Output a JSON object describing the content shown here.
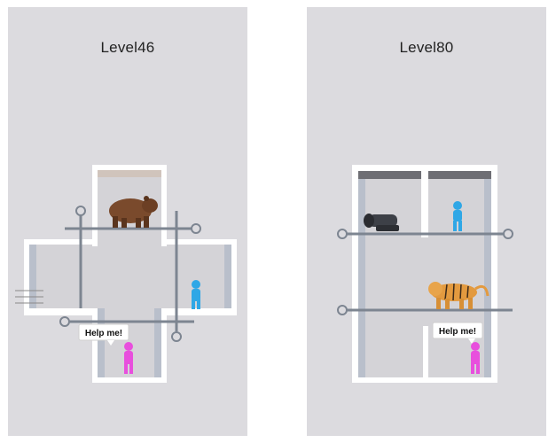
{
  "levels": [
    {
      "title": "Level46",
      "speech": "Help me!"
    },
    {
      "title": "Level80",
      "speech": "Help me!"
    }
  ],
  "colors": {
    "panel_background": "#dcdbdf",
    "wall": "#ffffff",
    "wall_shade": "#b9bfcb",
    "pin": "#7d8591",
    "stickman_blue": "#2fa7e6",
    "stickman_pink": "#e84fdd",
    "bear": "#7a4a2c",
    "tiger": "#e39a3f",
    "cannon": "#3d4047"
  },
  "icons": [
    "bear-icon",
    "tiger-icon",
    "cannon-icon",
    "stickman-blue-icon",
    "stickman-pink-icon",
    "pin-icon"
  ]
}
